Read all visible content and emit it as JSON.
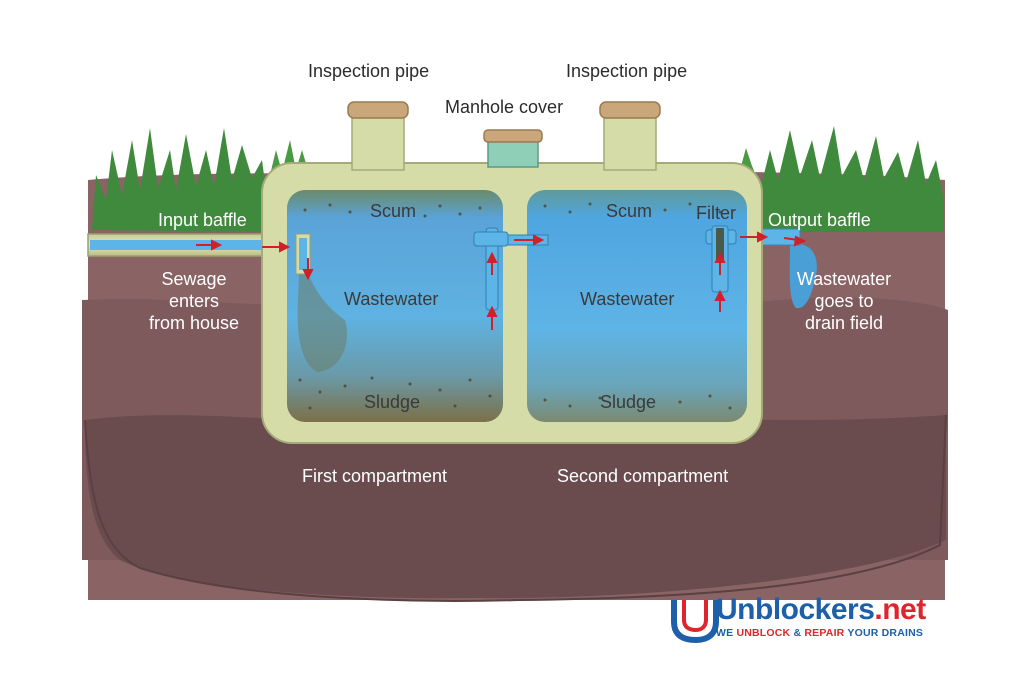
{
  "labels": {
    "inspection_pipe_left": "Inspection pipe",
    "inspection_pipe_right": "Inspection pipe",
    "manhole_cover": "Manhole cover",
    "input_baffle": "Input baffle",
    "output_baffle": "Output baffle",
    "filter": "Filter",
    "scum_left": "Scum",
    "scum_right": "Scum",
    "wastewater_left": "Wastewater",
    "wastewater_right": "Wastewater",
    "sludge_left": "Sludge",
    "sludge_right": "Sludge",
    "sewage_lines": [
      "Sewage",
      "enters",
      "from house"
    ],
    "drain_lines": [
      "Wastewater",
      "goes to",
      "drain field"
    ],
    "first_compartment": "First compartment",
    "second_compartment": "Second compartment"
  },
  "logo": {
    "name_part1": "Unblockers",
    "name_part2": ".net",
    "tagline_part1": "WE ",
    "tagline_highlight1": "UNBLOCK",
    "tagline_part2": " & ",
    "tagline_highlight2": "REPAIR",
    "tagline_part3": " YOUR DRAINS"
  },
  "colors": {
    "soil": "#8a6465",
    "soil_dark": "#6a4c4e",
    "grass": "#3f8a3c",
    "tank_wall": "#d6dca8",
    "water_top": "#4a9fd6",
    "water_bottom": "#6fb4d8",
    "sludge": "#7a6a3e",
    "arrow": "#d0202a",
    "brand_blue": "#1d5fa8",
    "brand_red": "#e0242d"
  }
}
